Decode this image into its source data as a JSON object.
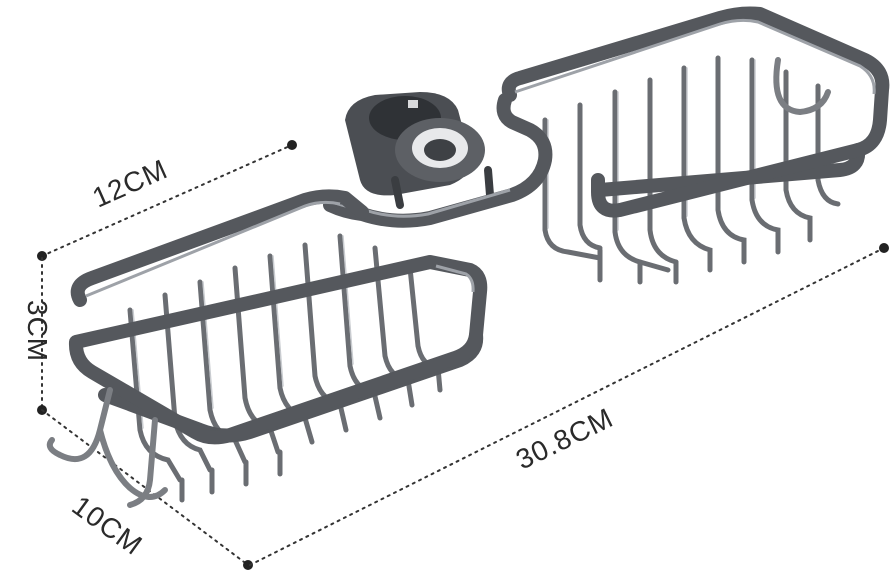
{
  "dimensions": {
    "width": "12CM",
    "height": "3CM",
    "depth": "10CM",
    "length": "30.8CM"
  }
}
